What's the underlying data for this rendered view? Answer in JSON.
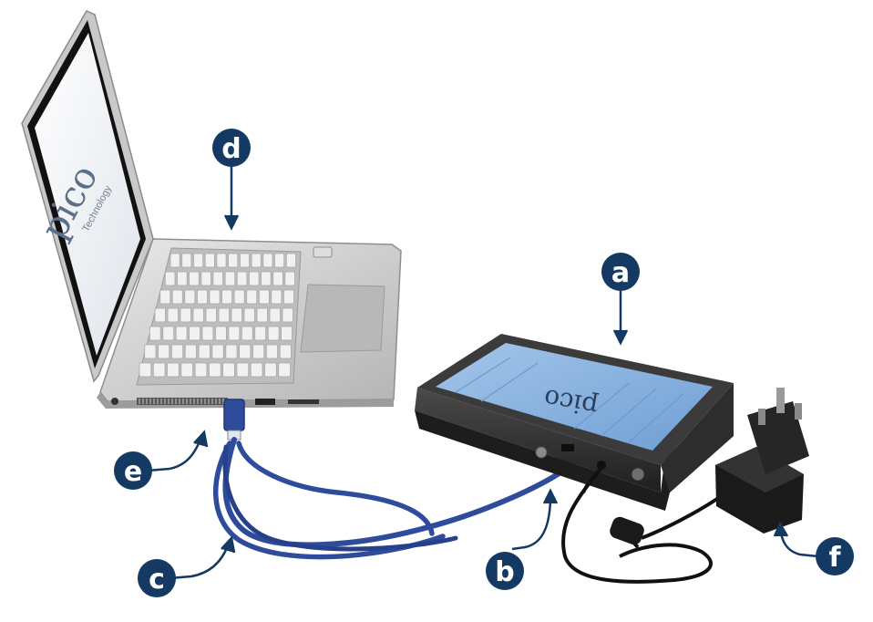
{
  "colors": {
    "callout": "#143a63",
    "scope_body": "#8db6e2",
    "cable": "#2f4c9c"
  },
  "laptop": {
    "screen_logo": "pico",
    "screen_logo_sub": "Technology"
  },
  "scope": {
    "logo": "pico"
  },
  "callouts": [
    {
      "id": "a",
      "label": "a"
    },
    {
      "id": "b",
      "label": "b"
    },
    {
      "id": "c",
      "label": "c"
    },
    {
      "id": "d",
      "label": "d"
    },
    {
      "id": "e",
      "label": "e"
    },
    {
      "id": "f",
      "label": "f"
    }
  ]
}
